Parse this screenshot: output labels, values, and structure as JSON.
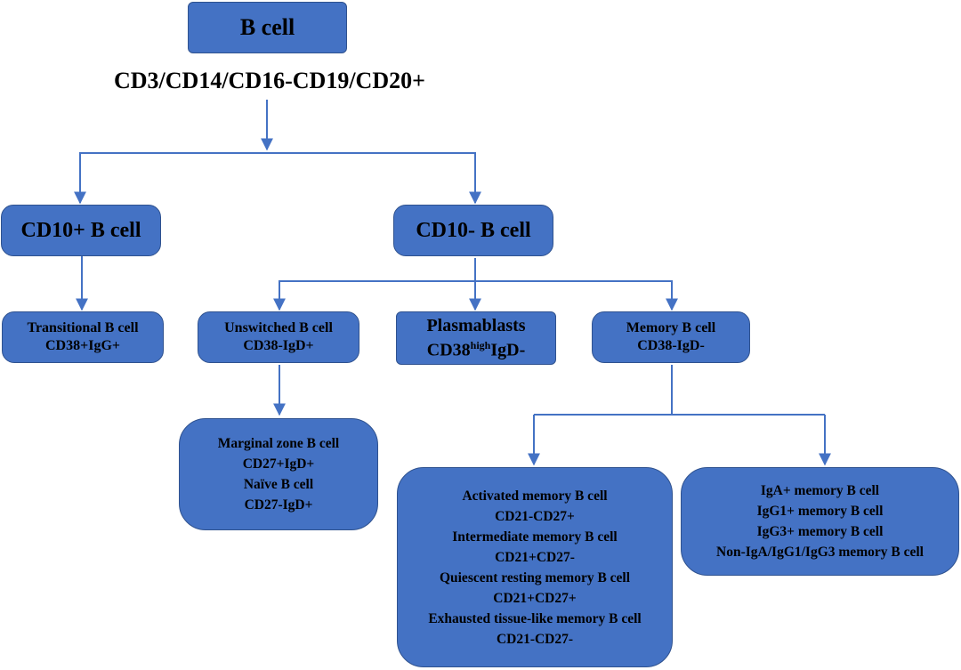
{
  "root": {
    "title": "B cell",
    "marker": "CD3/CD14/CD16-CD19/CD20+"
  },
  "level2": {
    "cd10_pos": "CD10+ B cell",
    "cd10_neg": "CD10- B cell"
  },
  "transitional": {
    "name": "Transitional B cell",
    "marker": "CD38+IgG+"
  },
  "unswitched": {
    "name": "Unswitched B cell",
    "marker": "CD38-IgD+"
  },
  "plasmablasts": {
    "name": "Plasmablasts",
    "marker_prefix": "CD38",
    "marker_sup": "high",
    "marker_suffix": "IgD-"
  },
  "memory": {
    "name": "Memory B cell",
    "marker": "CD38-IgD-"
  },
  "marginal": {
    "lines": [
      "Marginal zone B cell",
      "CD27+IgD+",
      "Naïve B cell",
      "CD27-IgD+"
    ]
  },
  "memory_subsets": {
    "lines": [
      "Activated memory B cell",
      "CD21-CD27+",
      "Intermediate memory B cell",
      "CD21+CD27-",
      "Quiescent resting memory B cell",
      "CD21+CD27+",
      "Exhausted tissue-like memory B cell",
      "CD21-CD27-"
    ]
  },
  "isotype_subsets": {
    "lines": [
      "IgA+ memory B cell",
      "IgG1+ memory B cell",
      "IgG3+ memory B cell",
      "Non-IgA/IgG1/IgG3 memory B cell"
    ]
  },
  "colors": {
    "box_fill": "#4472c4",
    "box_border": "#2f528f",
    "connector": "#4472c4",
    "text": "#000000"
  }
}
